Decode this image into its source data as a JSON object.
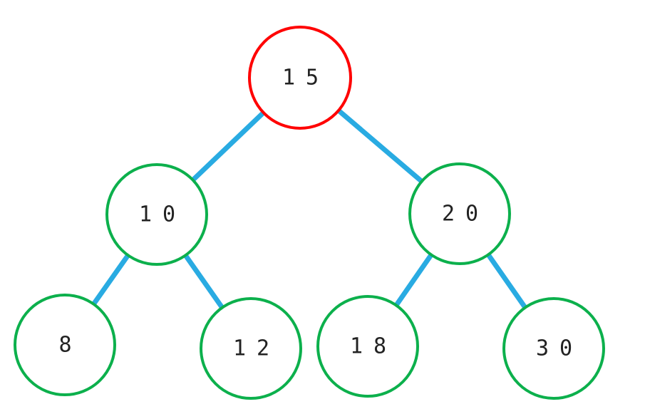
{
  "diagram": {
    "type": "binary-search-tree",
    "edge_color": "#29abe2",
    "node_fill": "#ffffff",
    "text_color": "#222222",
    "nodes": [
      {
        "id": "15",
        "value": "15",
        "color": "#ff0000",
        "role": "root"
      },
      {
        "id": "10",
        "value": "10",
        "color": "#0cb04c",
        "role": "internal"
      },
      {
        "id": "20",
        "value": "20",
        "color": "#0cb04c",
        "role": "internal"
      },
      {
        "id": "8",
        "value": "8",
        "color": "#0cb04c",
        "role": "leaf"
      },
      {
        "id": "12",
        "value": "12",
        "color": "#0cb04c",
        "role": "leaf"
      },
      {
        "id": "18",
        "value": "18",
        "color": "#0cb04c",
        "role": "leaf"
      },
      {
        "id": "30",
        "value": "30",
        "color": "#0cb04c",
        "role": "leaf"
      }
    ],
    "edges": [
      {
        "from": "15",
        "to": "10"
      },
      {
        "from": "15",
        "to": "20"
      },
      {
        "from": "10",
        "to": "8"
      },
      {
        "from": "10",
        "to": "12"
      },
      {
        "from": "20",
        "to": "18"
      },
      {
        "from": "20",
        "to": "30"
      }
    ]
  }
}
